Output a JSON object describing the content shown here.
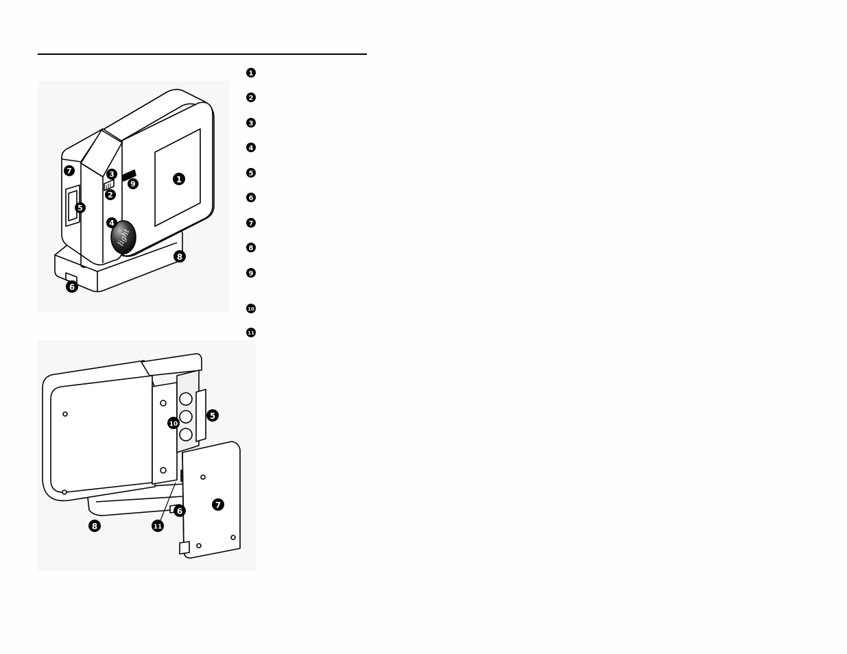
{
  "legend": [
    "1",
    "2",
    "3",
    "4",
    "5",
    "6",
    "7",
    "8",
    "9",
    "10",
    "11"
  ],
  "top_figure": {
    "callouts": [
      "1",
      "2",
      "3",
      "4",
      "5",
      "6",
      "7",
      "8",
      "9"
    ],
    "logo_text": "light"
  },
  "bottom_figure": {
    "callouts": [
      "5",
      "6",
      "7",
      "8",
      "10",
      "11"
    ]
  }
}
